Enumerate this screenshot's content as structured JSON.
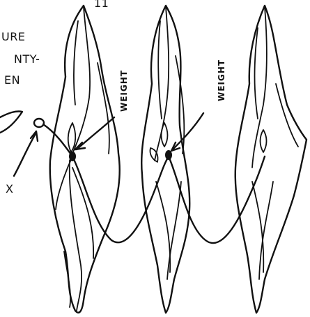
{
  "caption_lines": [
    "URE",
    "NTY-",
    "EN"
  ],
  "top_mark": "11",
  "labels": {
    "weight_1": "WEIGHT",
    "weight_2": "WEIGHT",
    "x_marker": "X"
  },
  "colors": {
    "ink": "#111111",
    "background": "#ffffff"
  }
}
